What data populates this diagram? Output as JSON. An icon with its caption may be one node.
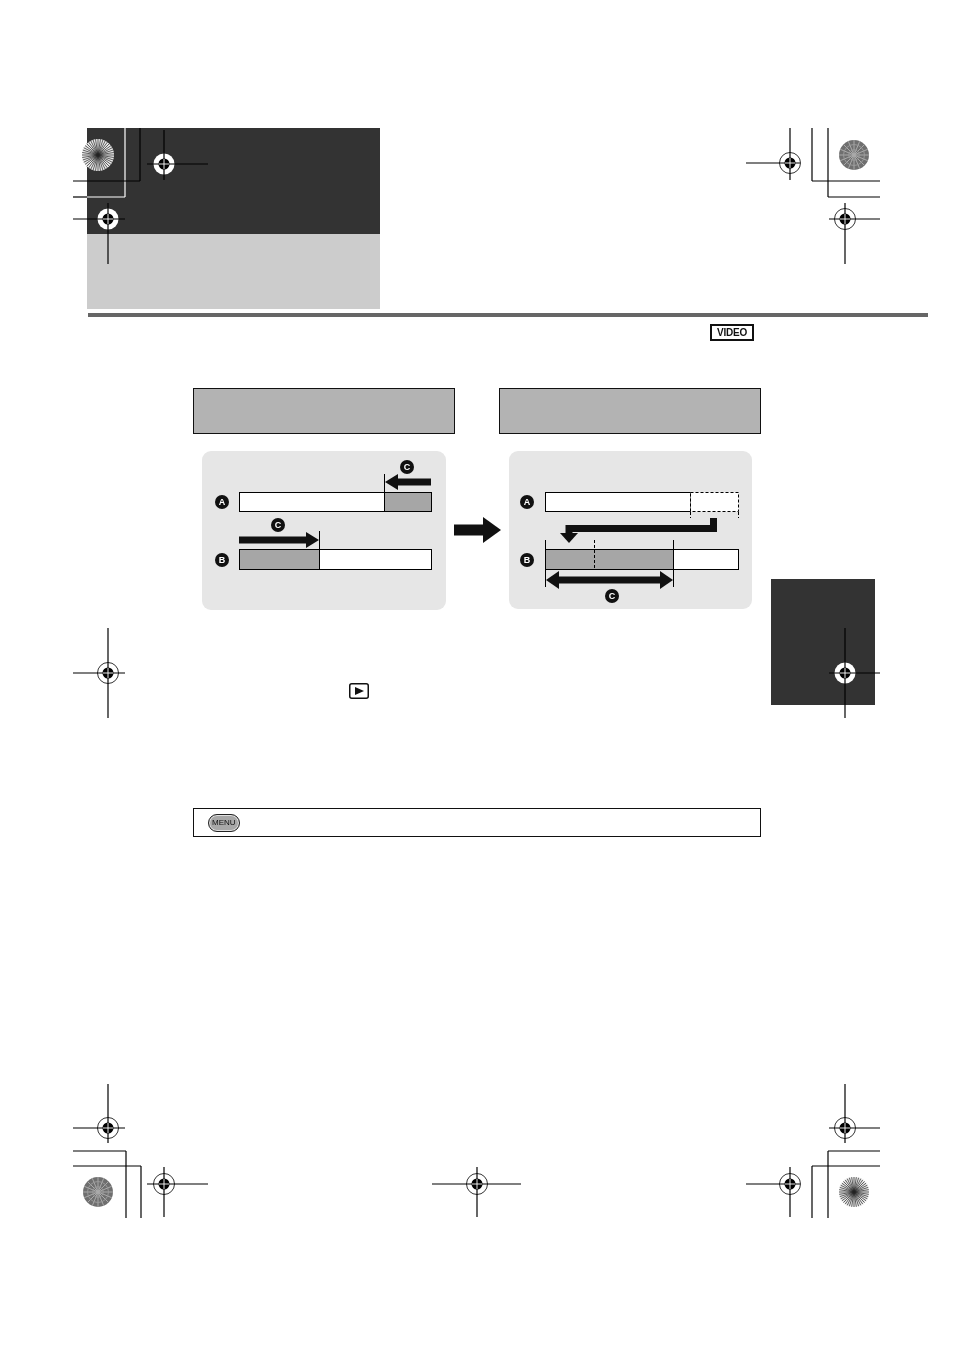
{
  "diagram": {
    "nodes": [
      {
        "text": [],
        "shape": "box"
      },
      {
        "text": [],
        "shape": "box"
      },
      {
        "text": [
          "C",
          "A",
          "C",
          "B"
        ]
      },
      {
        "text": [
          "A",
          "B",
          "C"
        ]
      },
      {
        "text": [],
        "shape": "box"
      },
      {
        "text": [
          "MENU"
        ]
      }
    ],
    "edges": [
      {
        "from": 2,
        "to": 3,
        "arrow": "to"
      }
    ],
    "labels": [
      "VIDEO"
    ]
  }
}
